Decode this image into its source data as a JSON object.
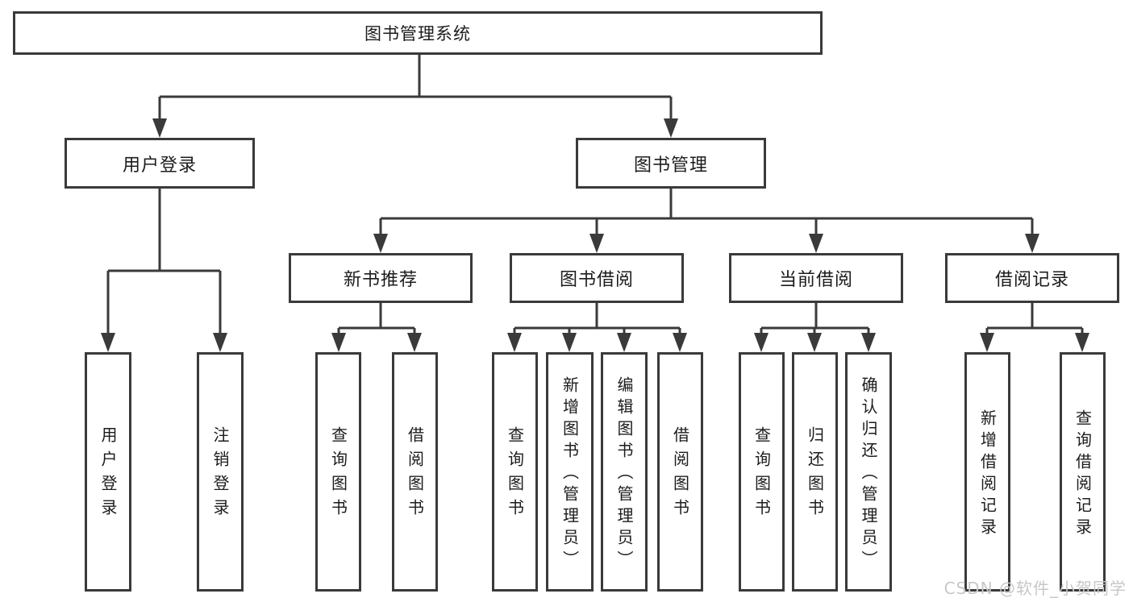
{
  "nodes": {
    "root": {
      "label": "图书管理系统"
    },
    "level2": {
      "user_login": {
        "label": "用户登录"
      },
      "book_management": {
        "label": "图书管理"
      }
    },
    "level3": {
      "new_book_recommendation": {
        "label": "新书推荐"
      },
      "book_borrowing": {
        "label": "图书借阅"
      },
      "current_borrowing": {
        "label": "当前借阅"
      },
      "borrowing_records": {
        "label": "借阅记录"
      }
    },
    "leaves": {
      "user_login": [
        "用户登录",
        "注销登录"
      ],
      "new_book_recommendation": [
        "查询图书",
        "借阅图书"
      ],
      "book_borrowing": [
        "查询图书",
        "新增图书（管理员）",
        "编辑图书（管理员）",
        "借阅图书"
      ],
      "current_borrowing": [
        "查询图书",
        "归还图书",
        "确认归还（管理员）"
      ],
      "borrowing_records": [
        "新增借阅记录",
        "查询借阅记录"
      ]
    }
  },
  "watermark": {
    "text": "CSDN @软件_小贺同学"
  },
  "colors": {
    "line": "#3a3a3a",
    "box_border": "#3a3a3a",
    "text": "#1c1c1c",
    "watermark": "#c7c7c7",
    "background": "#ffffff"
  }
}
